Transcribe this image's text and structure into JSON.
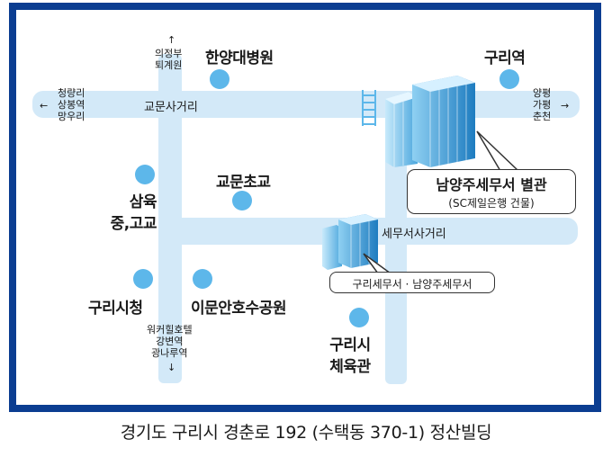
{
  "map": {
    "roads": {
      "top_road_label": "교문사거리",
      "mid_road_label": "세무서사거리"
    },
    "directions": {
      "north": {
        "arrow": "↑",
        "text": "의정부\n퇴계원"
      },
      "west": {
        "arrow": "←",
        "text": "청량리\n상봉역\n망우리"
      },
      "east": {
        "arrow": "→",
        "text": "양평\n가평\n춘천"
      },
      "south": {
        "arrow": "↓",
        "text": "워커힐호텔\n강변역\n광나루역"
      }
    },
    "landmarks": {
      "hanyang": "한양대병원",
      "guri_station": "구리역",
      "gyomun_school": "교문초교",
      "samyuk": "삼육\n중,고교",
      "guri_city_hall": "구리시청",
      "imun_park": "이문안호수공원",
      "guri_gym": "구리시\n체육관"
    },
    "annex": {
      "title": "남양주세무서 별관",
      "subtitle": "(SC제일은행 건물)"
    },
    "main_office": {
      "title": "구리세무서 · 남양주세무서"
    },
    "colors": {
      "frame": "#0b3d91",
      "road": "#d3e9f8",
      "dot": "#5db7ea"
    }
  },
  "footer": {
    "address": "경기도 구리시 경춘로 192 (수택동 370-1) 정산빌딩"
  }
}
